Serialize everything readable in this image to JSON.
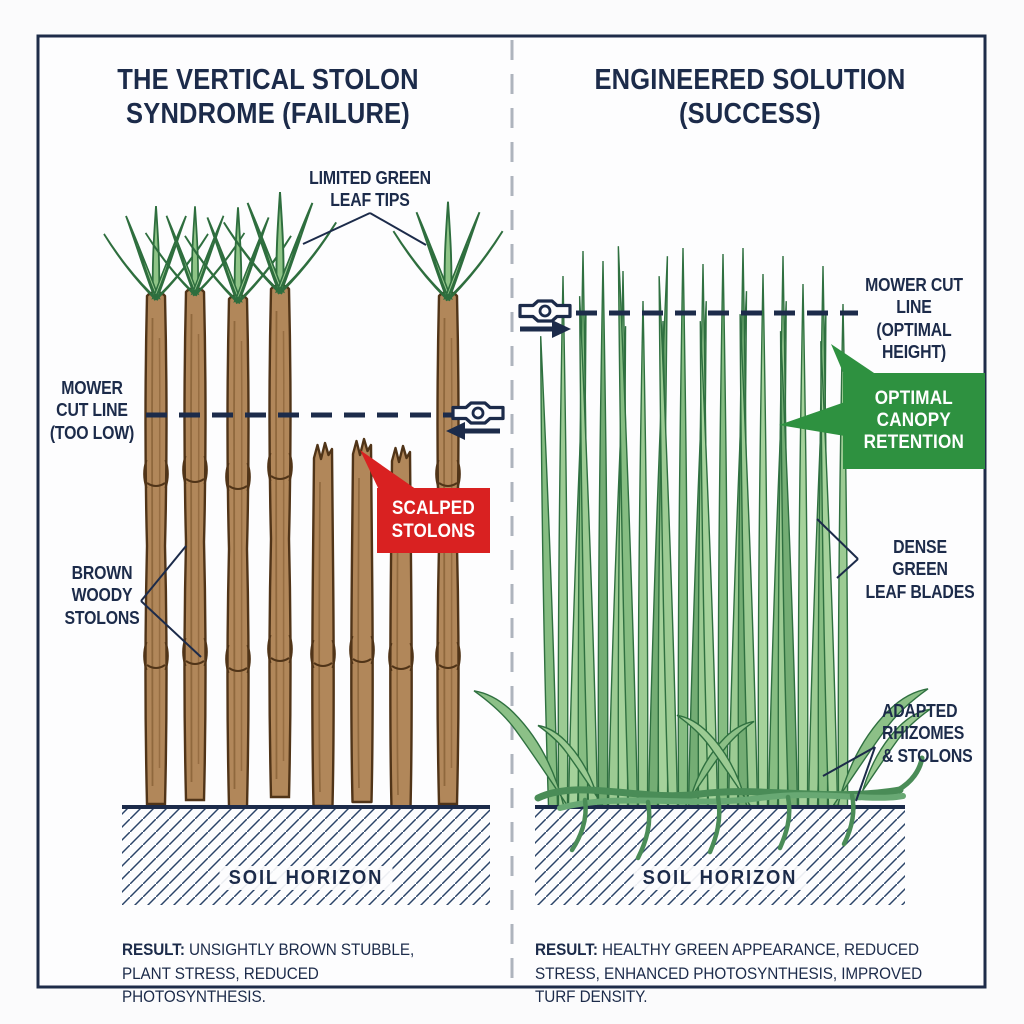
{
  "left_panel": {
    "title": "THE VERTICAL STOLON\nSYNDROME (FAILURE)",
    "label_leaf_tips": "LIMITED GREEN\nLEAF TIPS",
    "label_cut_line": "MOWER\nCUT LINE\n(TOO LOW)",
    "badge_scalped": "SCALPED\nSTOLONS",
    "label_woody_stolons": "BROWN\nWOODY\nSTOLONS",
    "label_soil": "SOIL HORIZON",
    "result_label": "RESULT:",
    "result_text": " UNSIGHTLY BROWN STUBBLE, PLANT STRESS, REDUCED PHOTOSYNTHESIS."
  },
  "right_panel": {
    "title": "ENGINEERED SOLUTION\n(SUCCESS)",
    "label_cut_line": "MOWER CUT LINE\n(OPTIMAL\nHEIGHT)",
    "badge_canopy": "OPTIMAL\nCANOPY\nRETENTION",
    "label_dense_blades": "DENSE GREEN\nLEAF BLADES",
    "label_adapted": "ADAPTED\nRHIZOMES\n& STOLONS",
    "label_soil": "SOIL HORIZON",
    "result_label": "RESULT:",
    "result_text": " HEALTHY GREEN APPEARANCE, REDUCED STRESS, ENHANCED PHOTOSYNTHESIS, IMPROVED TURF DENSITY."
  },
  "colors": {
    "navy": "#1c2b4a",
    "badge_red": "#d92121",
    "badge_green": "#2e9140",
    "stolon_brown": "#b1875a",
    "grass_green": "#9ccb93",
    "divider_gray": "#aeb4bd"
  }
}
